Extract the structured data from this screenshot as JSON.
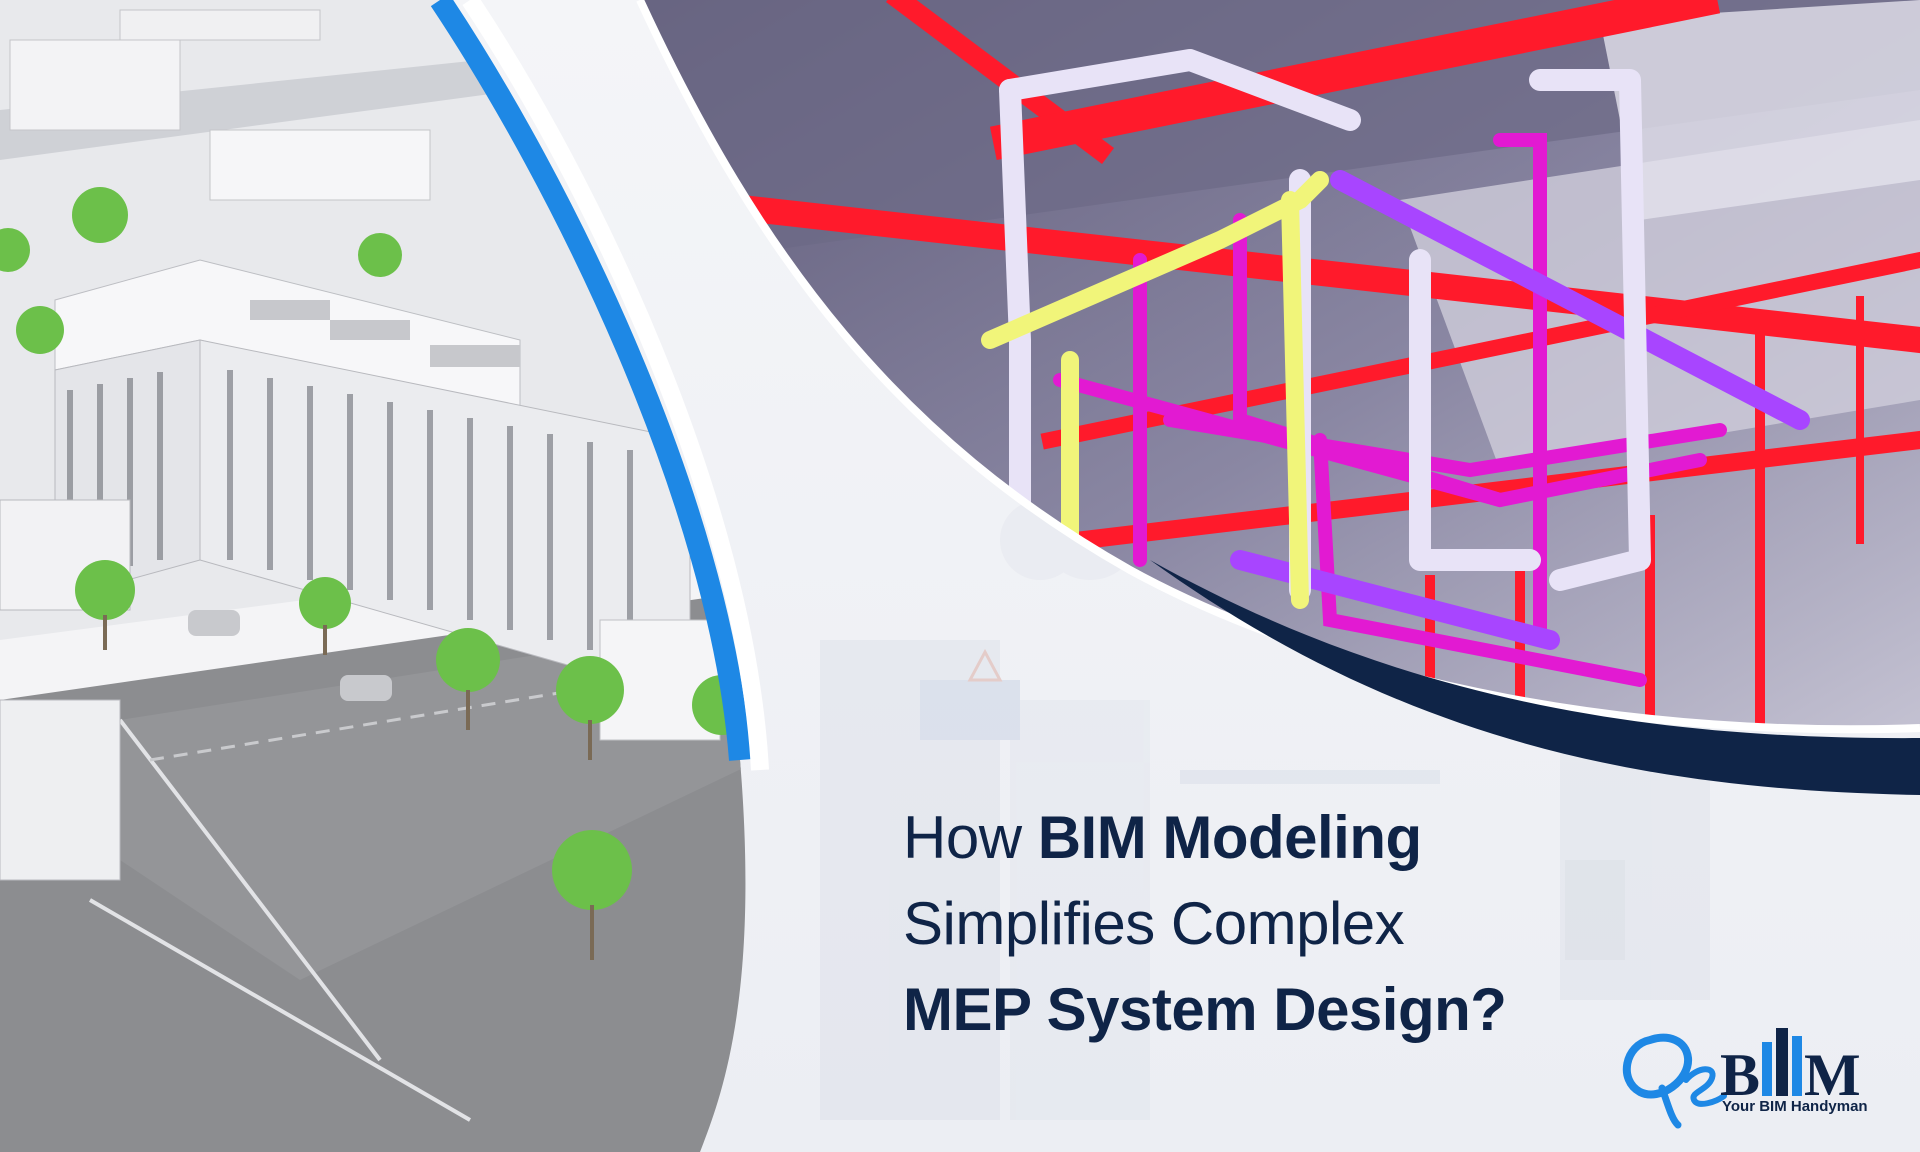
{
  "headline": {
    "line1_regular": "How ",
    "line1_bold": "BIM Modeling",
    "line2_regular": "Simplifies Complex",
    "line3_bold": "MEP System Design?"
  },
  "brand": {
    "logo_text": "QeBIM",
    "tagline": "Your BIM Handyman"
  },
  "colors": {
    "navy": "#0f2447",
    "accent_blue": "#1e88e5",
    "pipe_red": "#ff1a2b",
    "pipe_magenta": "#e21ad2",
    "pipe_violet": "#a845ff",
    "pipe_yellow": "#f1f57a"
  }
}
